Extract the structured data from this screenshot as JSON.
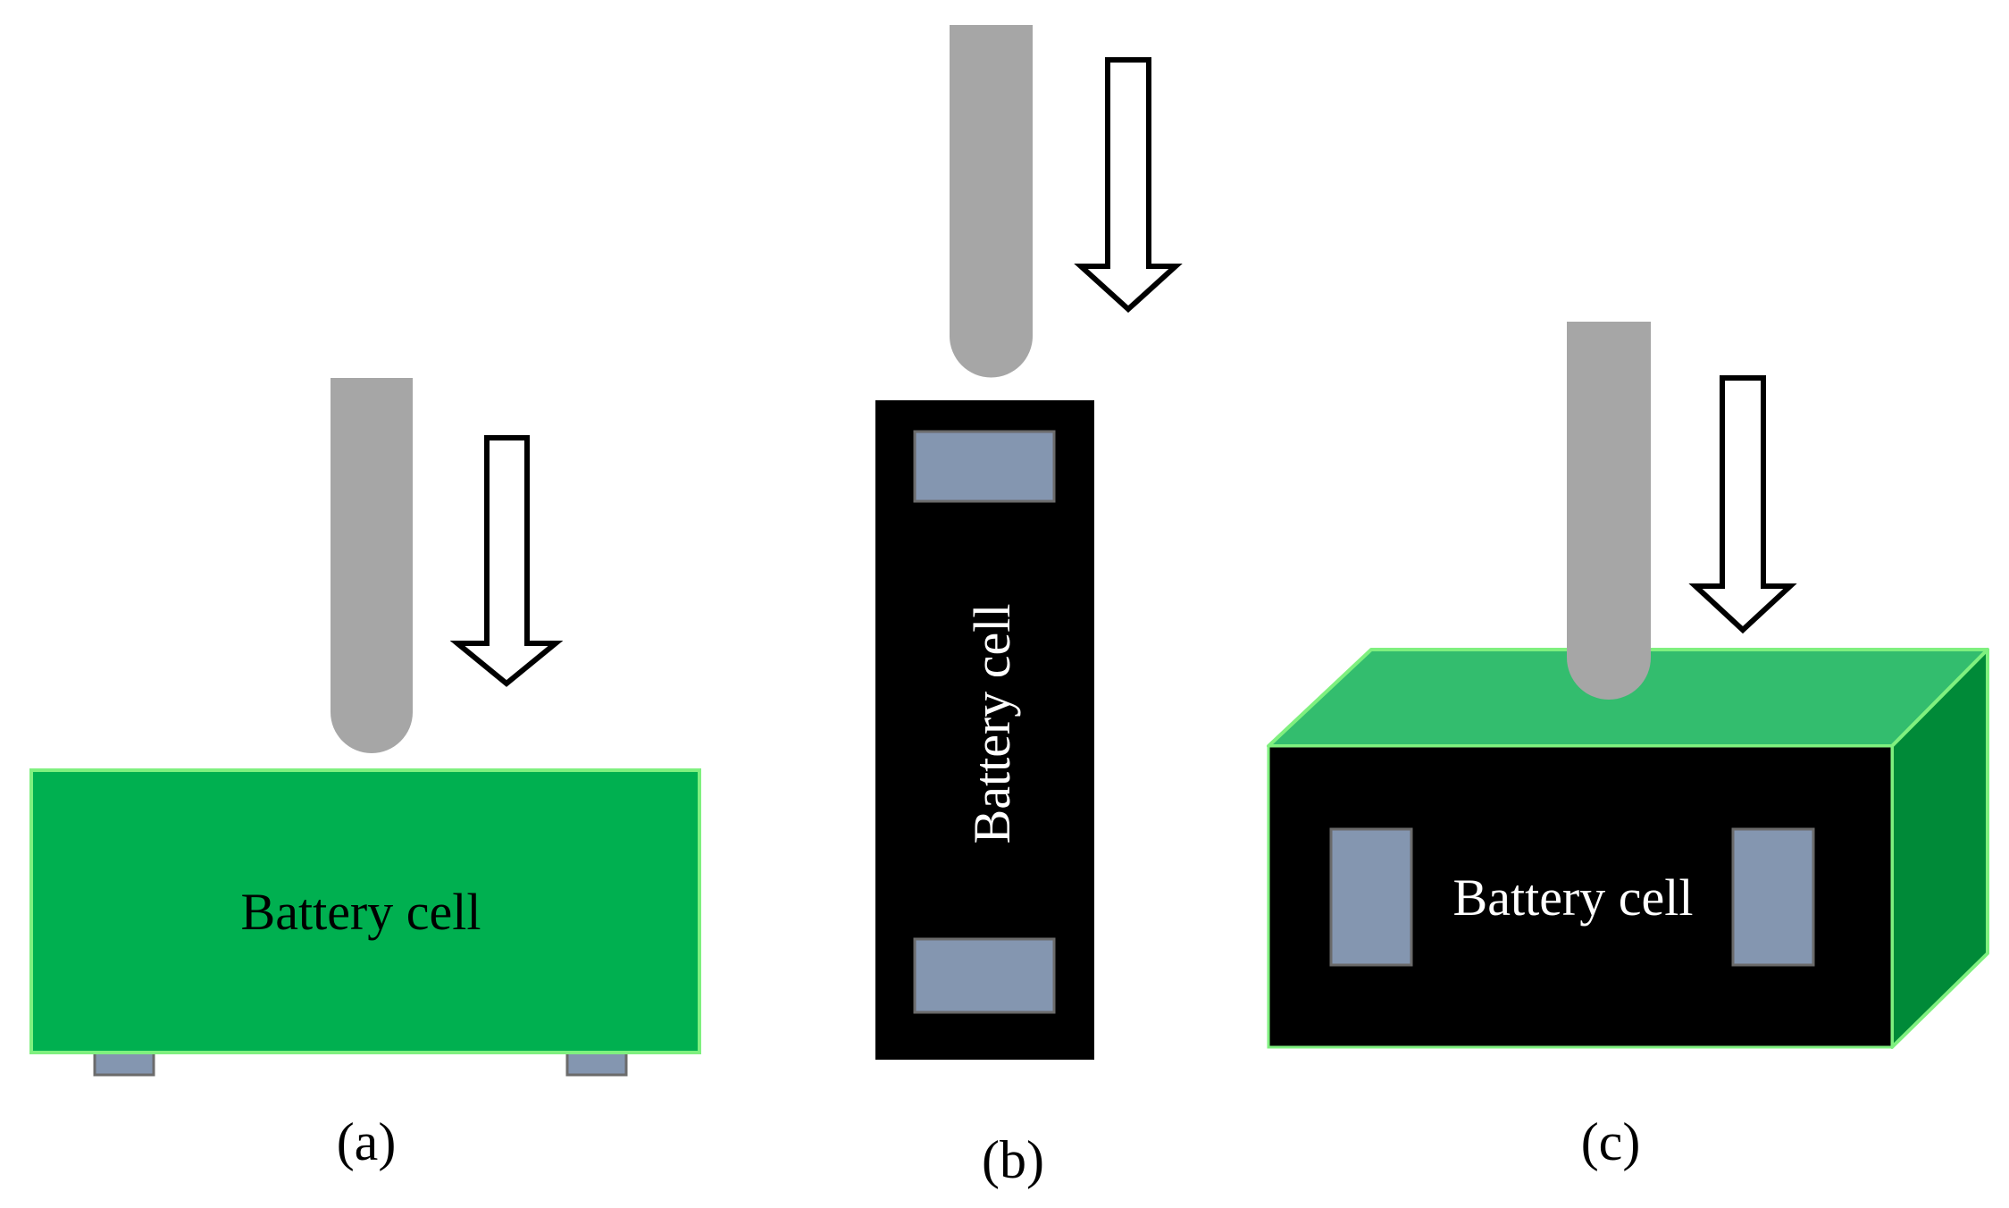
{
  "panels": [
    {
      "id": "a",
      "caption": "(a)",
      "cell_label": "Battery cell"
    },
    {
      "id": "b",
      "caption": "(b)",
      "cell_label": "Battery cell"
    },
    {
      "id": "c",
      "caption": "(c)",
      "cell_label": "Battery cell"
    }
  ],
  "colors": {
    "indenter": "#a6a6a6",
    "cell_green": "#00b050",
    "cell_green_top": "#33bd6e",
    "cell_green_side": "#008a38",
    "cell_outline": "#7ff07f",
    "cell_black": "#000000",
    "terminal": "#8496b0",
    "terminal_border": "#6b6b6b",
    "arrow_stroke": "#000000",
    "arrow_fill": "#ffffff"
  },
  "icons": {
    "indenter": "rounded-rod",
    "direction": "hollow-down-arrow",
    "terminal": "rectangle-tab"
  }
}
